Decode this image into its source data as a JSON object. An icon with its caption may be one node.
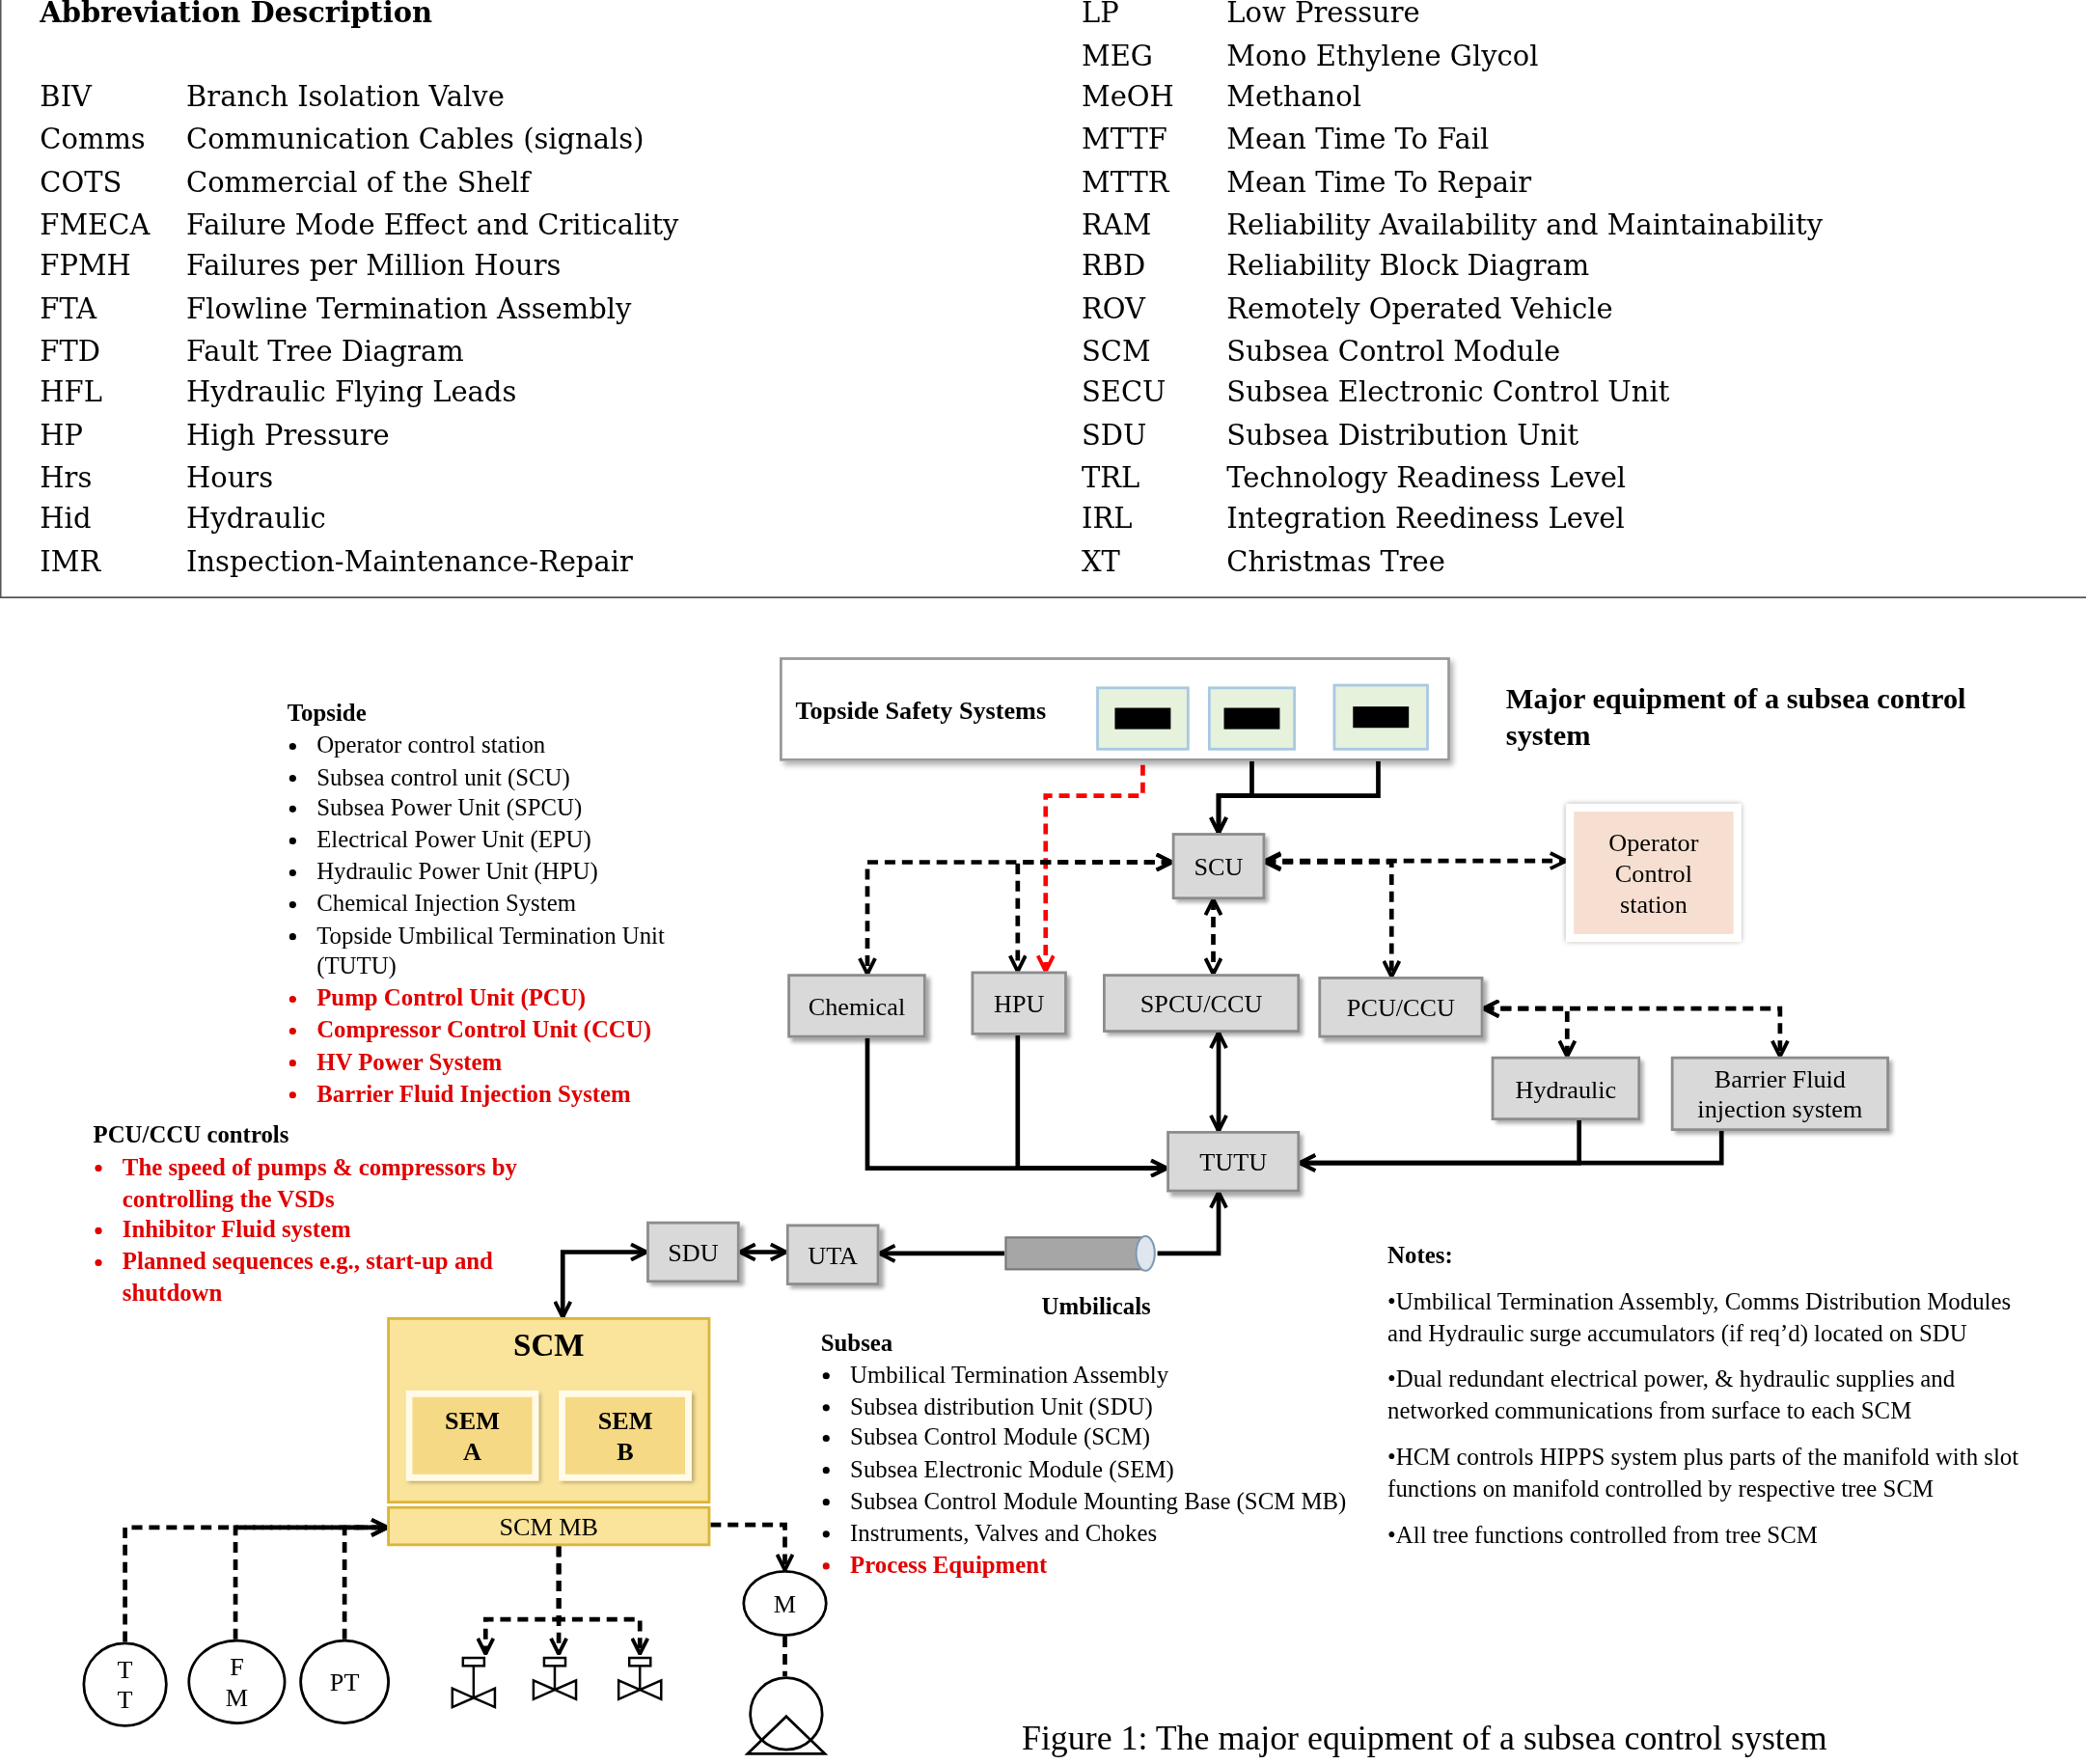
{
  "diagram": {
    "title": "Major equipment of a subsea control system",
    "caption": "Figure 1: The major equipment of a subsea control system",
    "nodes": [
      {
        "text": [
          "Topside Safety Systems"
        ]
      },
      {
        "text": [],
        "shape": "box",
        "in": 0
      },
      {
        "text": [],
        "shape": "box",
        "in": 0
      },
      {
        "text": [],
        "shape": "box",
        "in": 0
      },
      {
        "text": [
          "SCU"
        ]
      },
      {
        "text": [
          "Operator Control station"
        ]
      },
      {
        "text": [
          "Chemical"
        ]
      },
      {
        "text": [
          "HPU"
        ]
      },
      {
        "text": [
          "SPCU/CCU"
        ]
      },
      {
        "text": [
          "PCU/CCU"
        ]
      },
      {
        "text": [
          "Hydraulic"
        ]
      },
      {
        "text": [
          "Barrier Fluid injection system"
        ]
      },
      {
        "text": [
          "TUTU"
        ]
      },
      {
        "text": [
          "SDU"
        ]
      },
      {
        "text": [
          "UTA"
        ]
      },
      {
        "text": [],
        "shape": "cylinder",
        "beside": [
          "Umbilicals"
        ]
      },
      {
        "text": [
          "SCM"
        ]
      },
      {
        "text": [
          "SEM A"
        ],
        "in": 16
      },
      {
        "text": [
          "SEM B"
        ],
        "in": 16
      },
      {
        "text": [
          "SCM MB"
        ]
      },
      {
        "text": [
          "T T"
        ]
      },
      {
        "text": [
          "F M"
        ]
      },
      {
        "text": [
          "PT"
        ]
      },
      {
        "text": [],
        "shape": "valve"
      },
      {
        "text": [],
        "shape": "valve"
      },
      {
        "text": [],
        "shape": "valve"
      },
      {
        "text": [
          "M"
        ]
      },
      {
        "text": [],
        "shape": "pump"
      }
    ],
    "edges": [
      {
        "from": 1,
        "to": 7,
        "arrow": "to",
        "style": "dashed",
        "color": "#ff0000"
      },
      {
        "from": 2,
        "to": 4,
        "arrow": "to"
      },
      {
        "from": 3,
        "to": 4,
        "arrow": "to"
      },
      {
        "from": 4,
        "to": 6,
        "arrow": "both",
        "style": "dashed"
      },
      {
        "from": 4,
        "to": 7,
        "arrow": "both",
        "style": "dashed"
      },
      {
        "from": 4,
        "to": 5,
        "arrow": "both",
        "style": "dashed"
      },
      {
        "from": 4,
        "to": 9,
        "arrow": "both",
        "style": "dashed"
      },
      {
        "from": 4,
        "to": 8,
        "arrow": "both",
        "style": "dashed"
      },
      {
        "from": 8,
        "to": 12,
        "arrow": "both"
      },
      {
        "from": 6,
        "to": 12,
        "arrow": "to"
      },
      {
        "from": 7,
        "to": 12,
        "arrow": "to"
      },
      {
        "from": 9,
        "to": 10,
        "arrow": "both",
        "style": "dashed"
      },
      {
        "from": 9,
        "to": 11,
        "arrow": "both",
        "style": "dashed"
      },
      {
        "from": 10,
        "to": 12,
        "arrow": "to"
      },
      {
        "from": 11,
        "to": 12,
        "arrow": "to"
      },
      {
        "from": 15,
        "to": 12,
        "arrow": "to"
      },
      {
        "from": 15,
        "to": 14,
        "arrow": "to"
      },
      {
        "from": 13,
        "to": 14,
        "arrow": "both"
      },
      {
        "from": 13,
        "to": 16,
        "arrow": "both"
      },
      {
        "from": 20,
        "to": 19,
        "arrow": "to",
        "style": "dashed"
      },
      {
        "from": 21,
        "to": 19,
        "arrow": "to",
        "style": "dashed"
      },
      {
        "from": 22,
        "to": 19,
        "arrow": "to",
        "style": "dashed"
      },
      {
        "from": 19,
        "to": 23,
        "arrow": "to",
        "style": "dashed"
      },
      {
        "from": 19,
        "to": 24,
        "arrow": "to",
        "style": "dashed"
      },
      {
        "from": 19,
        "to": 25,
        "arrow": "to",
        "style": "dashed"
      },
      {
        "from": 19,
        "to": 26,
        "arrow": "to",
        "style": "dashed"
      },
      {
        "from": 26,
        "to": 27,
        "arrow": "none",
        "style": "dashed"
      }
    ],
    "labels": [
      "Abbreviation Description",
      "LP",
      "Low Pressure",
      "MEG",
      "Mono Ethylene Glycol",
      "BIV",
      "Branch Isolation Valve",
      "MeOH",
      "Methanol",
      "Comms",
      "Communication Cables (signals)",
      "MTTF",
      "Mean Time To Fail",
      "COTS",
      "Commercial of the Shelf",
      "MTTR",
      "Mean Time To Repair",
      "FMECA",
      "Failure Mode Effect and Criticality",
      "RAM",
      "Reliability Availability and Maintainability",
      "FPMH",
      "Failures per Million Hours",
      "RBD",
      "Reliability Block Diagram",
      "FTA",
      "Flowline Termination Assembly",
      "ROV",
      "Remotely Operated Vehicle",
      "FTD",
      "Fault Tree Diagram",
      "SCM",
      "Subsea Control Module",
      "HFL",
      "Hydraulic Flying Leads",
      "SECU",
      "Subsea Electronic Control Unit",
      "HP",
      "High Pressure",
      "SDU",
      "Subsea Distribution Unit",
      "Hrs",
      "Hours",
      "TRL",
      "Technology Readiness Level",
      "Hid",
      "Hydraulic",
      "IRL",
      "Integration Reediness Level",
      "IMR",
      "Inspection-Maintenance-Repair",
      "XT",
      "Christmas Tree",
      "Topside",
      "Operator control station",
      "Subsea control unit (SCU)",
      "Subsea Power Unit (SPCU)",
      "Electrical Power Unit (EPU)",
      "Hydraulic Power Unit (HPU)",
      "Chemical Injection System",
      "Topside Umbilical Termination Unit (TUTU)",
      "Pump Control Unit (PCU)",
      "Compressor Control Unit (CCU)",
      "HV Power System",
      "Barrier Fluid Injection System",
      "PCU/CCU controls",
      "The speed of pumps & compressors by controlling the VSDs",
      "Inhibitor Fluid system",
      "Planned sequences e.g., start-up and shutdown",
      "Subsea",
      "Umbilical Termination Assembly",
      "Subsea distribution Unit (SDU)",
      "Subsea Control Module (SCM)",
      "Subsea Electronic Module (SEM)",
      "Subsea Control Module Mounting Base (SCM MB)",
      "Instruments, Valves and Chokes",
      "Process Equipment",
      "Notes:",
      "•Umbilical Termination Assembly, Comms Distribution Modules and Hydraulic surge accumulators (if req’d) located on SDU",
      "•Dual redundant electrical power,  & hydraulic supplies and networked communications from surface to each SCM",
      "•HCM controls HIPPS system plus parts of the manifold with slot functions on manifold controlled by respective tree SCM",
      "•All tree functions controlled from tree SCM"
    ]
  }
}
